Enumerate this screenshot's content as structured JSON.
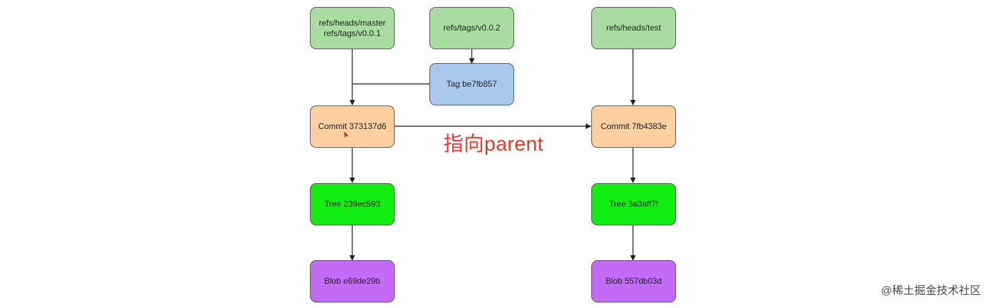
{
  "diagram": {
    "nodes": {
      "master_refs": {
        "label": "refs/heads/master\nrefs/tags/v0.0.1",
        "kind": "ref"
      },
      "tag_ref": {
        "label": "refs/tags/v0.0.2",
        "kind": "ref"
      },
      "test_ref": {
        "label": "refs/heads/test",
        "kind": "ref"
      },
      "tag_obj": {
        "label": "Tag be7fb857",
        "kind": "tag"
      },
      "commit_a": {
        "label": "Commit 373137d6",
        "kind": "commit"
      },
      "commit_b": {
        "label": "Commit 7fb4383e",
        "kind": "commit"
      },
      "tree_a": {
        "label": "Tree 239ec593",
        "kind": "tree"
      },
      "tree_b": {
        "label": "Tree 3a3aff7f",
        "kind": "tree"
      },
      "blob_a": {
        "label": "Blob e69de29b",
        "kind": "blob"
      },
      "blob_b": {
        "label": "Blob 557db03d",
        "kind": "blob"
      }
    },
    "edges": [
      {
        "from": "master_refs",
        "to": "commit_a"
      },
      {
        "from": "tag_ref",
        "to": "tag_obj"
      },
      {
        "from": "tag_obj",
        "to": "commit_a"
      },
      {
        "from": "test_ref",
        "to": "commit_b"
      },
      {
        "from": "commit_a",
        "to": "commit_b",
        "label": "指向parent"
      },
      {
        "from": "commit_a",
        "to": "tree_a"
      },
      {
        "from": "commit_b",
        "to": "tree_b"
      },
      {
        "from": "tree_a",
        "to": "blob_a"
      },
      {
        "from": "tree_b",
        "to": "blob_b"
      }
    ],
    "annotation": "指向parent",
    "colors": {
      "ref": "#a8dca0",
      "tag": "#a8c8ee",
      "commit": "#fbd09e",
      "tree": "#12ee12",
      "blob": "#c36bf7",
      "annotation": "#e8372b",
      "edge": "#3a3a3a"
    }
  },
  "watermark": "@稀土掘金技术社区"
}
